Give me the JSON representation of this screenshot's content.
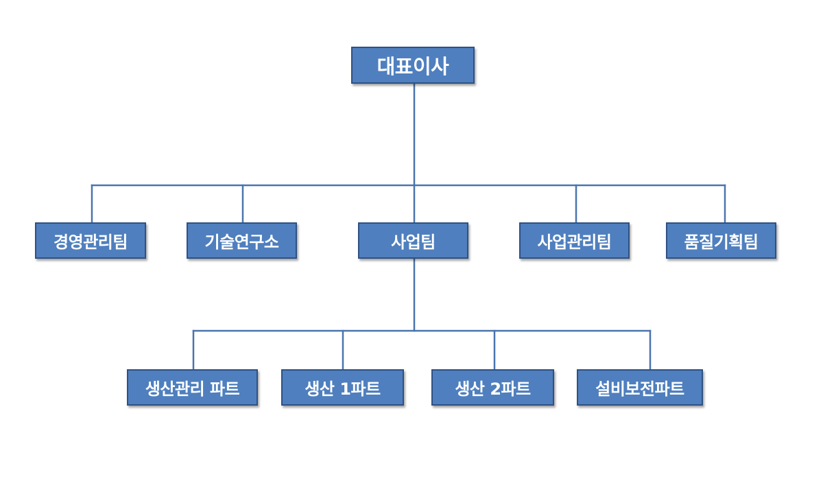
{
  "org_chart": {
    "root": {
      "label": "대표이사"
    },
    "departments": [
      {
        "label": "경영관리팀"
      },
      {
        "label": "기술연구소"
      },
      {
        "label": "사업팀"
      },
      {
        "label": "사업관리팀"
      },
      {
        "label": "품질기획팀"
      }
    ],
    "parts": [
      {
        "label": "생산관리 파트"
      },
      {
        "label": "생산 1파트"
      },
      {
        "label": "생산 2파트"
      },
      {
        "label": "설비보전파트"
      }
    ]
  },
  "colors": {
    "box_fill": "#4f7fbe",
    "box_border": "#2f5182",
    "connector": "#4a74ad",
    "text": "#ffffff"
  }
}
